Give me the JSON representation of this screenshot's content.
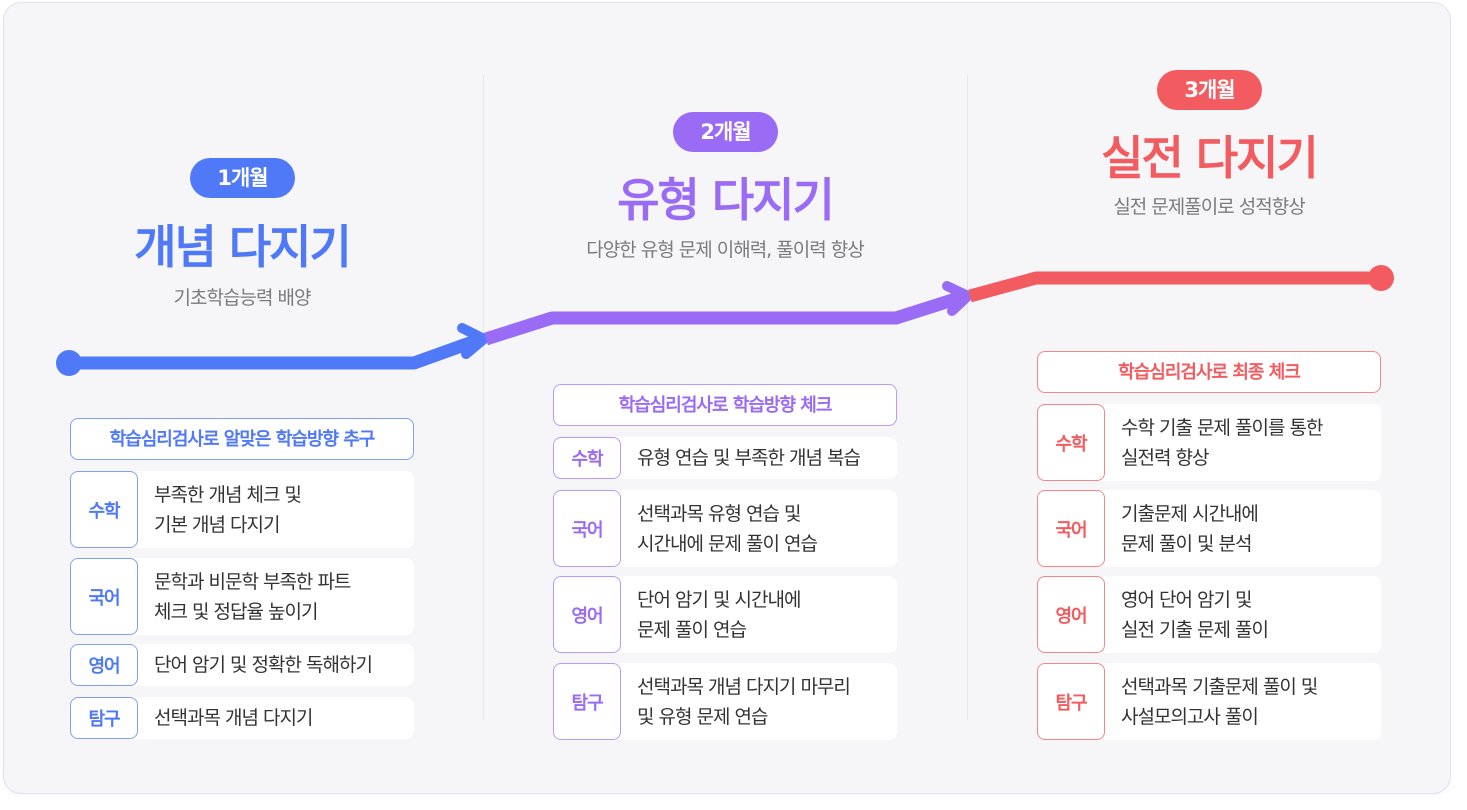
{
  "colors": {
    "blue": "#4f79f7",
    "purple": "#9a6bf5",
    "red": "#f25c60",
    "border_blue": "#7fa0f8",
    "border_purple": "#b99af8",
    "border_red": "#f4868a"
  },
  "stages": [
    {
      "period": "1개월",
      "title": "개념 다지기",
      "subtitle": "기초학습능력 배양",
      "check_label": "학습심리검사로 알맞은 학습방향 추구",
      "subjects": [
        {
          "tag": "수학",
          "text": "부족한 개념 체크 및\n기본 개념 다지기"
        },
        {
          "tag": "국어",
          "text": "문학과 비문학 부족한 파트\n체크 및 정답율 높이기"
        },
        {
          "tag": "영어",
          "text": "단어 암기 및 정확한 독해하기"
        },
        {
          "tag": "탐구",
          "text": "선택과목 개념 다지기"
        }
      ]
    },
    {
      "period": "2개월",
      "title": "유형 다지기",
      "subtitle": "다양한 유형 문제 이해력, 풀이력 향상",
      "check_label": "학습심리검사로 학습방향 체크",
      "subjects": [
        {
          "tag": "수학",
          "text": "유형 연습 및 부족한 개념 복습"
        },
        {
          "tag": "국어",
          "text": "선택과목 유형 연습 및\n시간내에 문제 풀이 연습"
        },
        {
          "tag": "영어",
          "text": "단어 암기 및 시간내에\n문제 풀이 연습"
        },
        {
          "tag": "탐구",
          "text": "선택과목 개념 다지기 마무리\n및 유형 문제 연습"
        }
      ]
    },
    {
      "period": "3개월",
      "title": "실전 다지기",
      "subtitle": "실전 문제풀이로 성적향상",
      "check_label": "학습심리검사로 최종 체크",
      "subjects": [
        {
          "tag": "수학",
          "text": "수학 기출 문제 풀이를 통한\n실전력 향상"
        },
        {
          "tag": "국어",
          "text": "기출문제 시간내에\n문제 풀이 및 분석"
        },
        {
          "tag": "영어",
          "text": "영어 단어 암기 및\n실전 기출 문제 풀이"
        },
        {
          "tag": "탐구",
          "text": "선택과목 기출문제 풀이 및\n사설모의고사 풀이"
        }
      ]
    }
  ]
}
